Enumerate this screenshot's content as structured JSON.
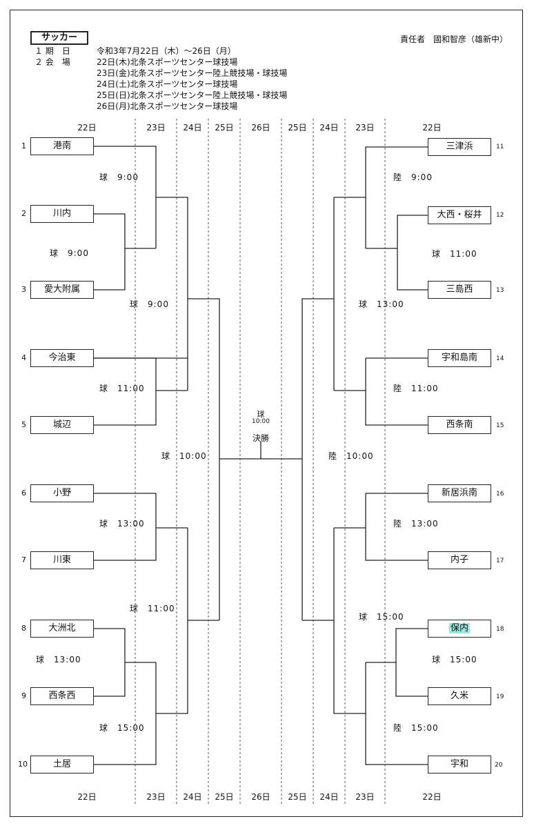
{
  "header": {
    "title": "サッカー",
    "manager": "責任者　國和智彦（雄新中）",
    "dates_label": "１ 期　日",
    "dates_value": "令和3年7月22日（木）～26日（月）",
    "venue_label": "２ 会　場",
    "venues": [
      "22日(木)北条スポーツセンター球技場",
      "23日(金)北条スポーツセンター陸上競技場・球技場",
      "24日(土)北条スポーツセンター球技場",
      "25日(日)北条スポーツセンター陸上競技場・球技場",
      "26日(月)北条スポーツセンター球技場"
    ]
  },
  "days_top": [
    "22日",
    "23日",
    "24日",
    "25日",
    "26日",
    "25日",
    "24日",
    "23日",
    "22日"
  ],
  "days_bottom": [
    "22日",
    "23日",
    "24日",
    "25日",
    "26日",
    "25日",
    "24日",
    "23日",
    "22日"
  ],
  "teams_left": [
    {
      "seed": "1",
      "name": "港南"
    },
    {
      "seed": "2",
      "name": "川内"
    },
    {
      "seed": "3",
      "name": "愛大附属"
    },
    {
      "seed": "4",
      "name": "今治東"
    },
    {
      "seed": "5",
      "name": "城辺"
    },
    {
      "seed": "6",
      "name": "小野"
    },
    {
      "seed": "7",
      "name": "川東"
    },
    {
      "seed": "8",
      "name": "大洲北"
    },
    {
      "seed": "9",
      "name": "西条西"
    },
    {
      "seed": "10",
      "name": "土居"
    }
  ],
  "teams_right": [
    {
      "seed": "11",
      "name": "三津浜"
    },
    {
      "seed": "12",
      "name": "大西・桜井"
    },
    {
      "seed": "13",
      "name": "三島西"
    },
    {
      "seed": "14",
      "name": "宇和島南"
    },
    {
      "seed": "15",
      "name": "西条南"
    },
    {
      "seed": "16",
      "name": "新居浜南"
    },
    {
      "seed": "17",
      "name": "内子"
    },
    {
      "seed": "18",
      "name": "保内"
    },
    {
      "seed": "19",
      "name": "久米"
    },
    {
      "seed": "20",
      "name": "宇和"
    }
  ],
  "match_times": {
    "l1": "球　9:00",
    "l2": "球　9:00",
    "l3": "球　9:00",
    "l4": "球　11:00",
    "l5": "球　10:00",
    "l6": "球　13:00",
    "l7": "球　11:00",
    "l8": "球　13:00",
    "l9": "球　15:00",
    "r1": "陸　9:00",
    "r2": "球　11:00",
    "r3": "球　13:00",
    "r4": "陸　11:00",
    "r5": "陸　10:00",
    "r6": "陸　13:00",
    "r7": "球　15:00",
    "r8": "球　15:00",
    "r9": "陸　15:00"
  },
  "final": {
    "venue": "球",
    "time": "10:00",
    "label": "決勝"
  },
  "highlight_color": "#9fe6dd"
}
